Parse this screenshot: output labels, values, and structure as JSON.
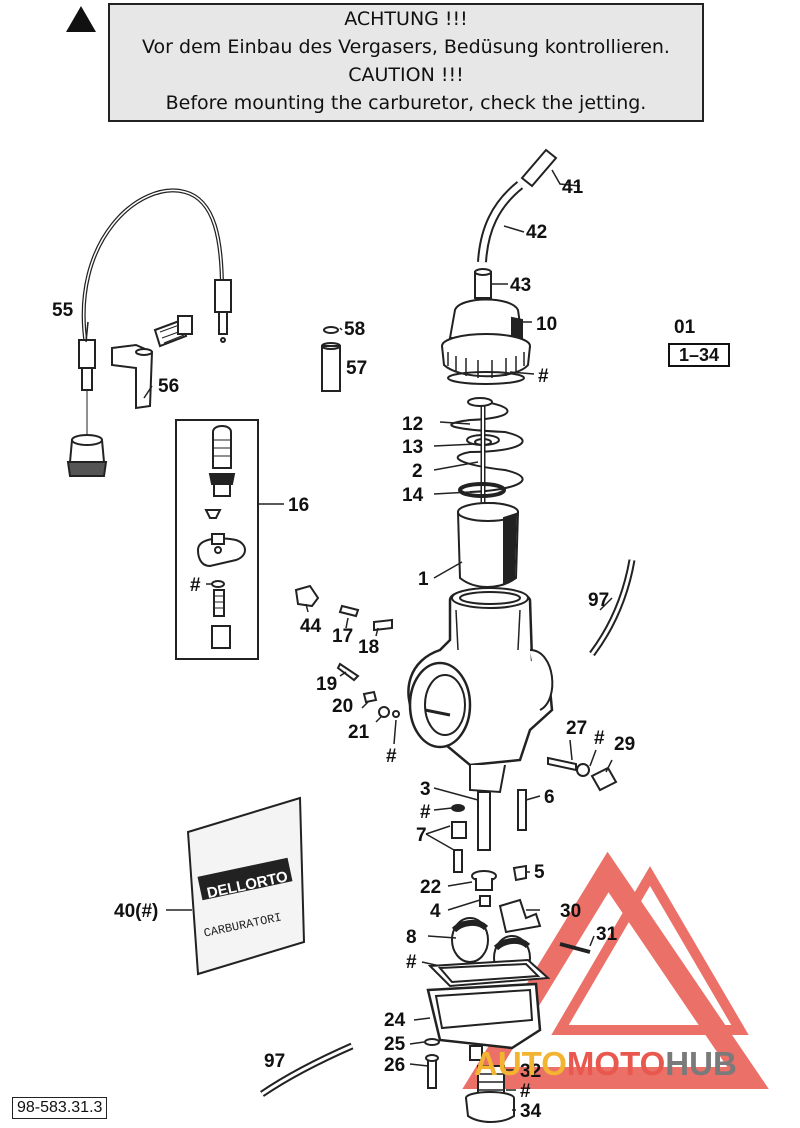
{
  "warning": {
    "line1": "ACHTUNG !!!",
    "line2": "Vor dem Einbau des Vergasers, Bedüsung kontrollieren.",
    "line3": "CAUTION !!!",
    "line4": "Before mounting the carburetor, check the jetting."
  },
  "callouts": {
    "p41": "41",
    "p42": "42",
    "p43": "43",
    "p10": "10",
    "hash_top": "#",
    "p12": "12",
    "p13": "13",
    "p2": "2",
    "p14": "14",
    "p1": "1",
    "p55": "55",
    "p56": "56",
    "p58": "58",
    "p57": "57",
    "p16": "16",
    "hash_16": "#",
    "p01": "01",
    "p97a": "97",
    "p44": "44",
    "p17": "17",
    "p18": "18",
    "p19": "19",
    "p20": "20",
    "p21": "21",
    "hash_21": "#",
    "p27": "27",
    "hash_27": "#",
    "p29": "29",
    "p3": "3",
    "p6": "6",
    "hash_7": "#",
    "p7": "7",
    "p22": "22",
    "p5": "5",
    "p4": "4",
    "p30": "30",
    "p40": "40(#)",
    "p8": "8",
    "hash_8": "#",
    "p31": "31",
    "p24": "24",
    "p25": "25",
    "p26": "26",
    "p97b": "97",
    "p32": "32",
    "hash_32": "#",
    "p34": "34"
  },
  "group_box": "1–34",
  "doc_number": "98-583.31.3",
  "watermark": {
    "part1": "AUTO",
    "part2": "MOTO",
    "part3": "HUB"
  },
  "jet_bag": {
    "brand": "DELLORTO",
    "text": "CARBURATORI"
  },
  "colors": {
    "warning_bg": "#e7e7e7",
    "watermark_orange": "#f2b431",
    "watermark_red": "#e8584e",
    "watermark_gray": "#7a7a7a"
  }
}
